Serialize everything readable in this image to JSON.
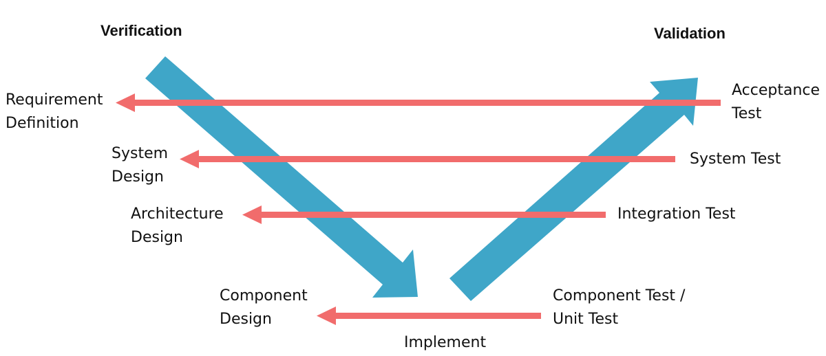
{
  "headings": {
    "left": "Verification",
    "right": "Validation"
  },
  "stages": {
    "requirement_definition": [
      "Requirement",
      "Definition"
    ],
    "system_design": [
      "System",
      "Design"
    ],
    "architecture_design": [
      "Architecture",
      "Design"
    ],
    "component_design": [
      "Component",
      "Design"
    ],
    "acceptance_test": [
      "Acceptance",
      "Test"
    ],
    "system_test": [
      "System Test"
    ],
    "integration_test": [
      "Integration Test"
    ],
    "component_test": [
      "Component Test /",
      "Unit Test"
    ],
    "implement": "Implement"
  },
  "colors": {
    "v_arrow": "#3fa6c8",
    "link_arrow": "#f16c6c",
    "text": "#111111"
  }
}
